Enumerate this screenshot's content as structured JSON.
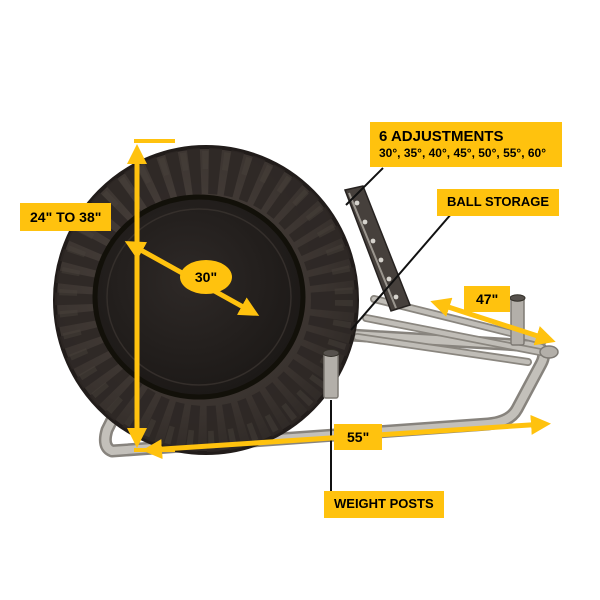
{
  "colors": {
    "accent_yellow": "#FFC20E",
    "label_text": "#000000",
    "frame_silver": "#B3AFA9",
    "fabric_dark": "#3A332F",
    "mat_black": "#1E1A18",
    "background": "#FFFFFF"
  },
  "annotations": {
    "height_range": {
      "label": "24\" TO 38\""
    },
    "adjustments": {
      "title": "6 ADJUSTMENTS",
      "values": "30°, 35°, 40°, 45°, 50°, 55°, 60°"
    },
    "ball_storage": {
      "label": "BALL STORAGE"
    },
    "frame_depth": {
      "label": "47\""
    },
    "mat_diameter": {
      "label": "30\""
    },
    "frame_width": {
      "label": "55\""
    },
    "weight_posts": {
      "label": "WEIGHT POSTS"
    }
  }
}
